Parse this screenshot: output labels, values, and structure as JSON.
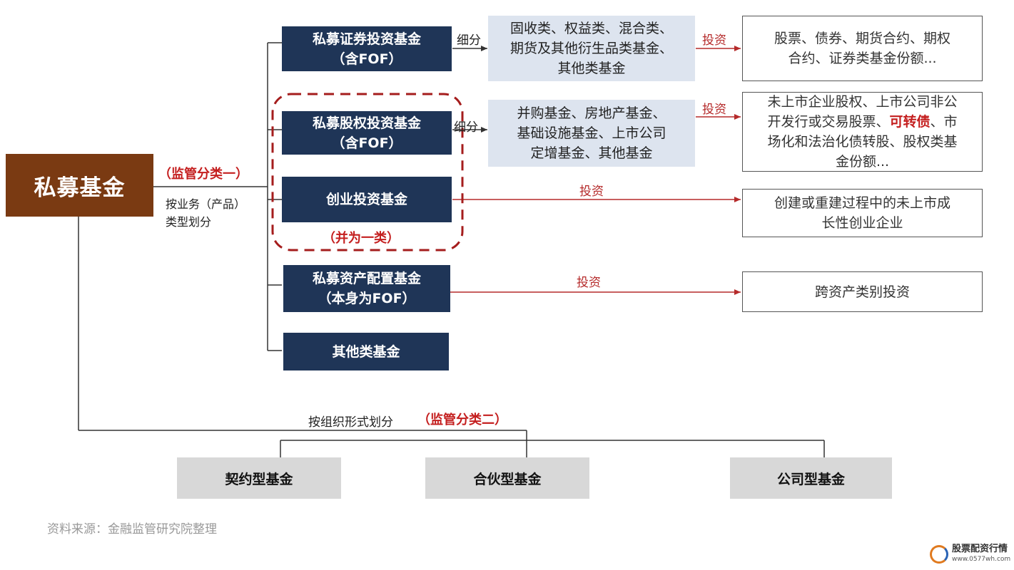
{
  "root": {
    "label": "私募基金"
  },
  "classification_one": {
    "tag": "（监管分类一）",
    "note_line1": "按业务（产品）",
    "note_line2": "类型划分"
  },
  "classification_two": {
    "note": "按组织形式划分",
    "tag": "（监管分类二）"
  },
  "funds": [
    {
      "line1": "私募证券投资基金",
      "line2": "（含FOF）"
    },
    {
      "line1": "私募股权投资基金",
      "line2": "（含FOF）"
    },
    {
      "line1": "创业投资基金"
    },
    {
      "line1": "私募资产配置基金",
      "line2": "（本身为FOF）"
    },
    {
      "line1": "其他类基金"
    }
  ],
  "merged_tag": "（并为一类）",
  "subdivide_label": "细分",
  "invest_label": "投资",
  "subcategories": [
    {
      "lines": [
        "固收类、权益类、混合类、",
        "期货及其他衍生品类基金、",
        "其他类基金"
      ]
    },
    {
      "lines": [
        "并购基金、房地产基金、",
        "基础设施基金、上市公司",
        "定增基金、其他基金"
      ]
    }
  ],
  "targets": [
    {
      "lines": [
        "股票、债券、期货合约、期权",
        "合约、证券类基金份额..."
      ]
    },
    {
      "lines": [
        "未上市企业股权、上市公司非公",
        "开发行或交易股票、",
        "场化和法治化债转股、股权类基",
        "金份额..."
      ],
      "highlight": "可转债",
      "after_highlight": "、市"
    },
    {
      "lines": [
        "创建或重建过程中的未上市成",
        "长性创业企业"
      ]
    },
    {
      "lines": [
        "跨资产类别投资"
      ]
    }
  ],
  "org_forms": [
    {
      "label": "契约型基金"
    },
    {
      "label": "合伙型基金"
    },
    {
      "label": "公司型基金"
    }
  ],
  "source": "资料来源：金融监管研究院整理",
  "watermark": {
    "title": "股票配资行情",
    "url": "www.0577wh.com"
  },
  "colors": {
    "root": "#7a3a12",
    "navy": "#1f3557",
    "light_blue": "#dde4ef",
    "red": "#c41e1e",
    "grey_box": "#d8d8d8"
  }
}
